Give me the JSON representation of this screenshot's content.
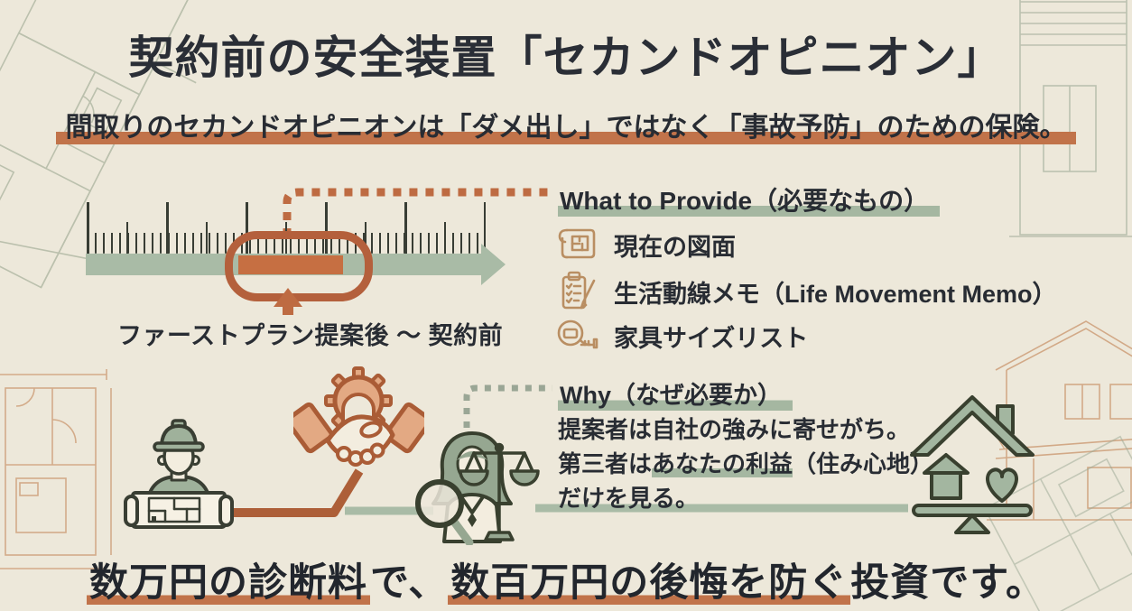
{
  "meta": {
    "kind": "infographic-slide",
    "language": "ja"
  },
  "palette": {
    "background": "#EDE8DA",
    "ink": "#282C33",
    "terracotta": "#C1734A",
    "terracotta_deep": "#AD5F38",
    "timeline_block_orange": "#C66F42",
    "sage": "#A9BBA6",
    "sage_highlight": "#A5B7A1",
    "outline_dark_green": "#39402F",
    "tan_icon": "#B98E62"
  },
  "header": {
    "title": "契約前の安全装置「セカンドオピニオン」",
    "subtitle": "間取りのセカンドオピニオンは「ダメ出し」ではなく「事故予防」のための保険。"
  },
  "timeline": {
    "label": "ファーストプラン提案後 ～ 契約前",
    "marker": "highlighted-span-on-ruler"
  },
  "provide": {
    "heading": "What to Provide（必要なもの）",
    "items": [
      {
        "icon": "blueprint-scroll-icon",
        "label": "現在の図面"
      },
      {
        "icon": "checklist-memo-icon",
        "label": "生活動線メモ（Life Movement Memo）"
      },
      {
        "icon": "tape-measure-icon",
        "label": "家具サイズリスト"
      }
    ]
  },
  "why": {
    "heading": "Why（なぜ必要か）",
    "line1": "提案者は自社の強みに寄せがち。",
    "line2_pre": "第三者は",
    "line2_highlight": "あなたの利益",
    "line2_post": "（住み心地）",
    "line3": "だけを見る。"
  },
  "illustrations": {
    "left": "architect-with-blueprint-icon",
    "center": "handshake-gear-icon",
    "right": "consultant-with-scales-icon",
    "far_right": "house-heart-balance-icon"
  },
  "footer": {
    "seg1": "数万円の診断料",
    "seg2": "で、",
    "seg3": "数百万円の後悔を防ぐ",
    "seg4": "投資です。"
  }
}
